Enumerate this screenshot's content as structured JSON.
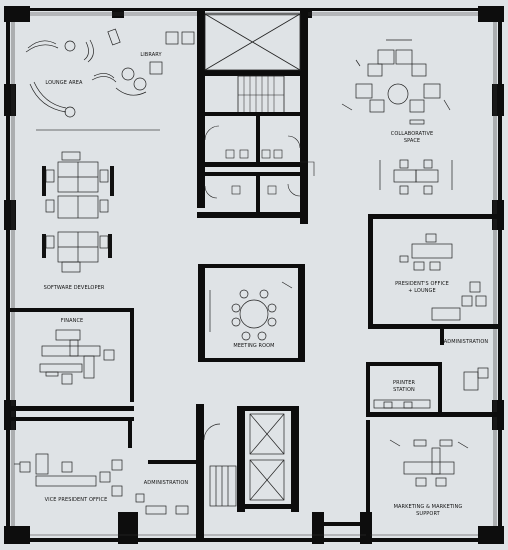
{
  "rooms": {
    "library": "LIBRARY",
    "lounge_area": "LOUNGE AREA",
    "collaborative_space": [
      "COLLABORATIVE",
      "SPACE"
    ],
    "software_developer": "SOFTWARE DEVELOPER",
    "presidents_office": [
      "PRESIDENT'S OFFICE",
      "+ LOUNGE"
    ],
    "finance": "FINANCE",
    "meeting_room": "MEETING ROOM",
    "administration_right": "ADMINISTRATION",
    "printer_station": [
      "PRINTER",
      "STATION"
    ],
    "administration_bottom": "ADMINISTRATION",
    "vice_president_office": "VICE PRESIDENT OFFICE",
    "marketing_support": [
      "MARKETING & MARKETING",
      "SUPPORT"
    ]
  },
  "colors": {
    "background": "#dfe3e6",
    "wall": "#0d0d0d",
    "line": "#222222"
  }
}
